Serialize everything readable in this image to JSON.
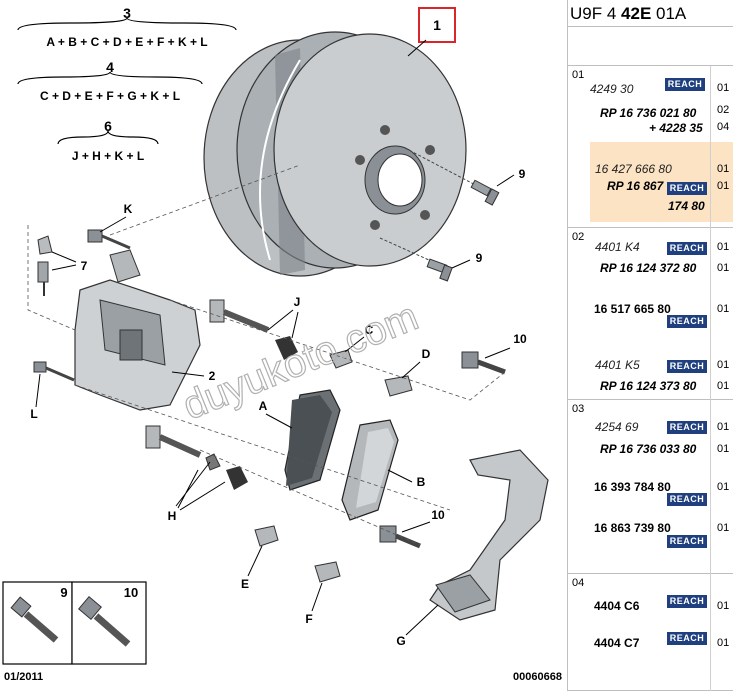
{
  "diagram": {
    "formulas": [
      {
        "num": "3",
        "text": "A + B + C + D + E + F + K + L"
      },
      {
        "num": "4",
        "text": "C + D + E + F + G + K + L"
      },
      {
        "num": "6",
        "text": "J + H + K + L"
      }
    ],
    "callouts": {
      "c1": "1",
      "c9a": "9",
      "c9b": "9",
      "c7": "7",
      "cK": "K",
      "cJ": "J",
      "cC": "C",
      "cD": "D",
      "c10a": "10",
      "c2": "2",
      "cA": "A",
      "cL": "L",
      "cB": "B",
      "cH": "H",
      "c10b": "10",
      "cE": "E",
      "cF": "F",
      "cG": "G"
    },
    "inset": {
      "left_label": "9",
      "right_label": "10"
    },
    "date": "01/2011",
    "ref_number": "00060668",
    "watermark": "duyukoto.com",
    "colors": {
      "callout_box": "#d9262b",
      "watermark": "#b0b0b0"
    }
  },
  "panel": {
    "header_prefix": "U9F 4 ",
    "header_bold": "42E",
    "header_suffix": " 01A",
    "reach_label": "REACH",
    "groups": [
      {
        "num": "01",
        "rows": [
          {
            "ref": "4249 30",
            "style": "it",
            "reach": true,
            "qty": "01"
          },
          {
            "ref": "RP 16 736 021 80",
            "style": "bd",
            "reach": false,
            "qty": "02"
          },
          {
            "ref": "+ 4228 35",
            "style": "bd",
            "reach": false,
            "qty": "04"
          },
          {
            "ref": "16 427 666 80",
            "style": "it",
            "reach": false,
            "qty": "01"
          },
          {
            "ref": "RP 16 867",
            "style": "bd",
            "reach": true,
            "qty": "01"
          },
          {
            "ref": "174 80",
            "style": "bd",
            "reach": false,
            "qty": ""
          }
        ]
      },
      {
        "num": "02",
        "rows": [
          {
            "ref": "4401 K4",
            "style": "it",
            "reach": true,
            "qty": "01"
          },
          {
            "ref": "RP 16 124 372 80",
            "style": "bd",
            "reach": false,
            "qty": "01"
          },
          {
            "ref": "16 517 665 80",
            "style": "bdn",
            "reach": false,
            "qty": "01"
          },
          {
            "ref": "",
            "style": "",
            "reach": true,
            "qty": ""
          },
          {
            "ref": "4401 K5",
            "style": "it",
            "reach": true,
            "qty": "01"
          },
          {
            "ref": "RP 16 124 373 80",
            "style": "bd",
            "reach": false,
            "qty": "01"
          }
        ]
      },
      {
        "num": "03",
        "rows": [
          {
            "ref": "4254 69",
            "style": "it",
            "reach": true,
            "qty": "01"
          },
          {
            "ref": "RP 16 736 033 80",
            "style": "bd",
            "reach": false,
            "qty": "01"
          },
          {
            "ref": "16 393 784 80",
            "style": "bdn",
            "reach": false,
            "qty": "01"
          },
          {
            "ref": "",
            "style": "",
            "reach": true,
            "qty": ""
          },
          {
            "ref": "16 863 739 80",
            "style": "bdn",
            "reach": false,
            "qty": "01"
          },
          {
            "ref": "",
            "style": "",
            "reach": true,
            "qty": ""
          }
        ]
      },
      {
        "num": "04",
        "rows": [
          {
            "ref": "4404 C6",
            "style": "bdn",
            "reach": true,
            "qty": "01"
          },
          {
            "ref": "4404 C7",
            "style": "bdn",
            "reach": true,
            "qty": "01"
          }
        ]
      }
    ]
  }
}
